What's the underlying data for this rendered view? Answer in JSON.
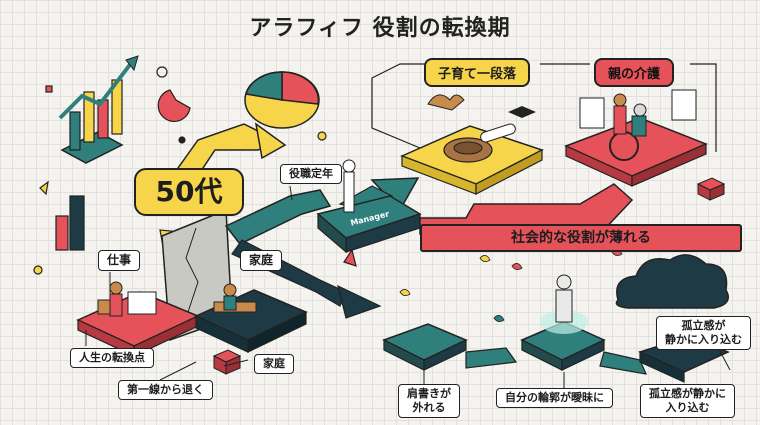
{
  "title": "アラフィフ 役割の転換期",
  "labels": {
    "age_badge": "50代",
    "retirement": "役職定年",
    "manager_sign": "Manager",
    "kids_grown": "子育て一段落",
    "parent_care": "親の介護",
    "social_role": "社会的な役割が薄れる",
    "work": "仕事",
    "family_top": "家庭",
    "family_bottom": "家庭",
    "life_turning_point": "人生の転換点",
    "step_back": "第一線から退く",
    "title_off_line1": "肩書きが",
    "title_off_line2": "外れる",
    "identity_vague": "自分の輪郭が曖昧に",
    "isolation_cloud_line1": "孤立感が",
    "isolation_cloud_line2": "静かに入り込む",
    "isolation_bottom_line1": "孤立感が静かに",
    "isolation_bottom_line2": "入り込む"
  },
  "colors": {
    "red": "#e5525a",
    "yellow": "#f6d54a",
    "teal": "#2f7f7d",
    "dark_teal": "#234b4c",
    "navy": "#1e3a44"
  }
}
